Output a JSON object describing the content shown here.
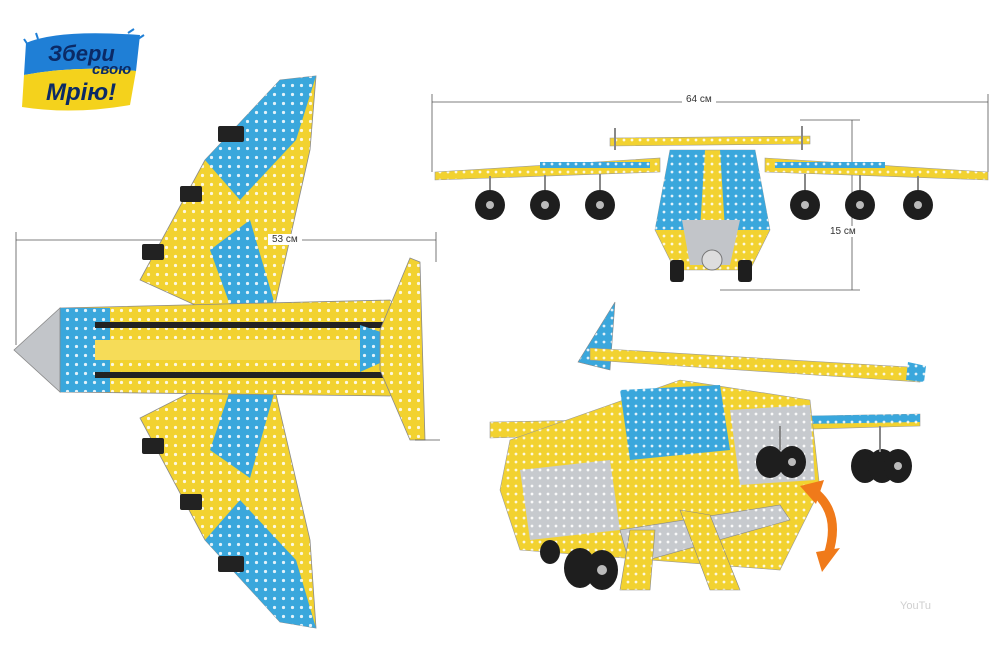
{
  "logo": {
    "line1": "Збери",
    "line2": "свою",
    "line3": "Мрію!",
    "colors": {
      "blue": "#1f7fd6",
      "yellow": "#f4d21c",
      "ink": "#0b2a66"
    }
  },
  "dimensions": {
    "top_view_length": "53 см",
    "front_view_width": "64 см",
    "front_view_height": "15 см"
  },
  "palette": {
    "plate_yellow": "#f2d230",
    "plate_blue": "#3aa7dc",
    "metal": "#b9bcc0",
    "tire": "#1e1e1e",
    "arrow_orange": "#f07a1a"
  },
  "watermark": "YouTu"
}
